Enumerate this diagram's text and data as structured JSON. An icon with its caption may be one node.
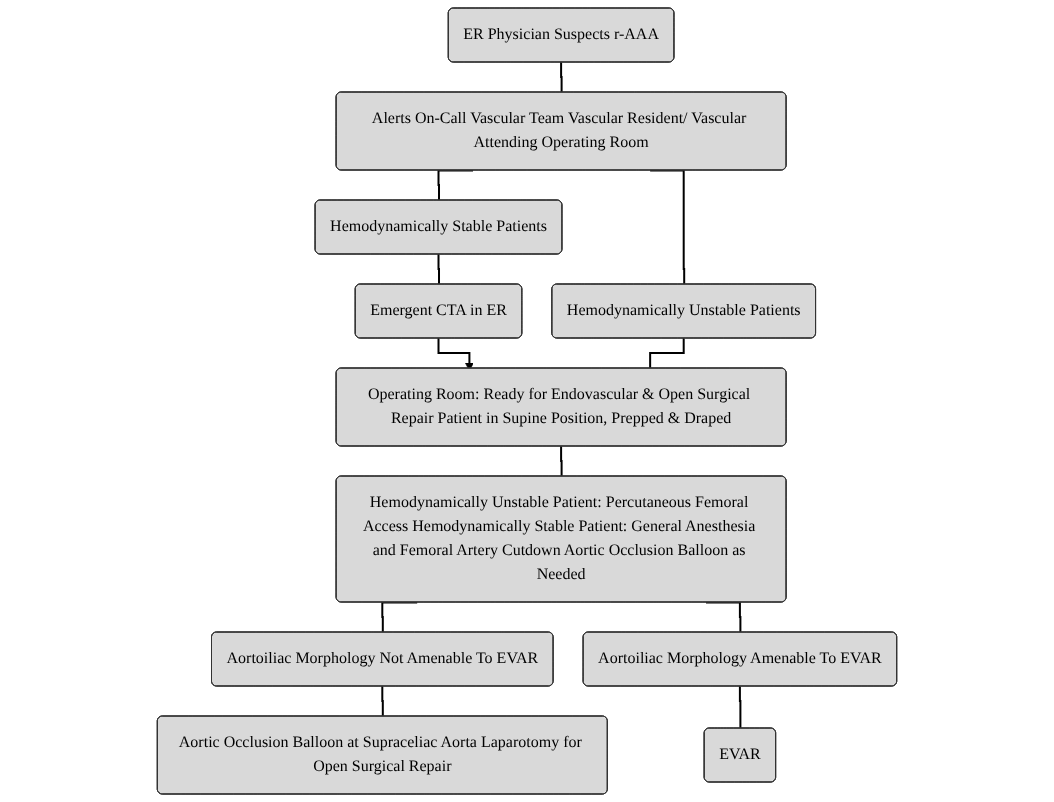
{
  "diagram": {
    "nodes": [
      {
        "text": [
          "ER Physician Suspects r-AAA"
        ]
      },
      {
        "text": [
          "Alerts On-Call Vascular Team Vascular Resident/ Vascular Attending Operating Room"
        ]
      },
      {
        "text": [
          "Hemodynamically Stable Patients"
        ]
      },
      {
        "text": [
          "Hemodynamically Unstable Patients"
        ]
      },
      {
        "text": [
          "Emergent CTA in ER"
        ]
      },
      {
        "text": [
          "Operating Room: Ready for Endovascular & Open Surgical Repair Patient in Supine Position, Prepped & Draped"
        ]
      },
      {
        "text": [
          "Hemodynamically Unstable Patient: Percutaneous Femoral Access Hemodynamically Stable Patient: General Anesthesia and Femoral Artery Cutdown Aortic Occlusion Balloon as Needed"
        ]
      },
      {
        "text": [
          "Aortoiliac Morphology Not Amenable To EVAR"
        ]
      },
      {
        "text": [
          "Aortoiliac Morphology Amenable To EVAR"
        ]
      },
      {
        "text": [
          "Aortic Occlusion Balloon at Supraceliac Aorta Laparotomy for Open Surgical Repair"
        ]
      },
      {
        "text": [
          "EVAR"
        ]
      }
    ],
    "edges": [
      {
        "from": 0,
        "to": 1,
        "arrow": "none"
      },
      {
        "from": 1,
        "to": 2,
        "arrow": "none"
      },
      {
        "from": 1,
        "to": 3,
        "arrow": "none"
      },
      {
        "from": 2,
        "to": 4,
        "arrow": "none"
      },
      {
        "from": 4,
        "to": 5,
        "arrow": "to"
      },
      {
        "from": 3,
        "to": 5,
        "arrow": "none"
      },
      {
        "from": 5,
        "to": 6,
        "arrow": "none"
      },
      {
        "from": 6,
        "to": 7,
        "arrow": "none"
      },
      {
        "from": 6,
        "to": 8,
        "arrow": "none"
      },
      {
        "from": 7,
        "to": 9,
        "arrow": "none"
      },
      {
        "from": 8,
        "to": 10,
        "arrow": "none"
      }
    ]
  }
}
